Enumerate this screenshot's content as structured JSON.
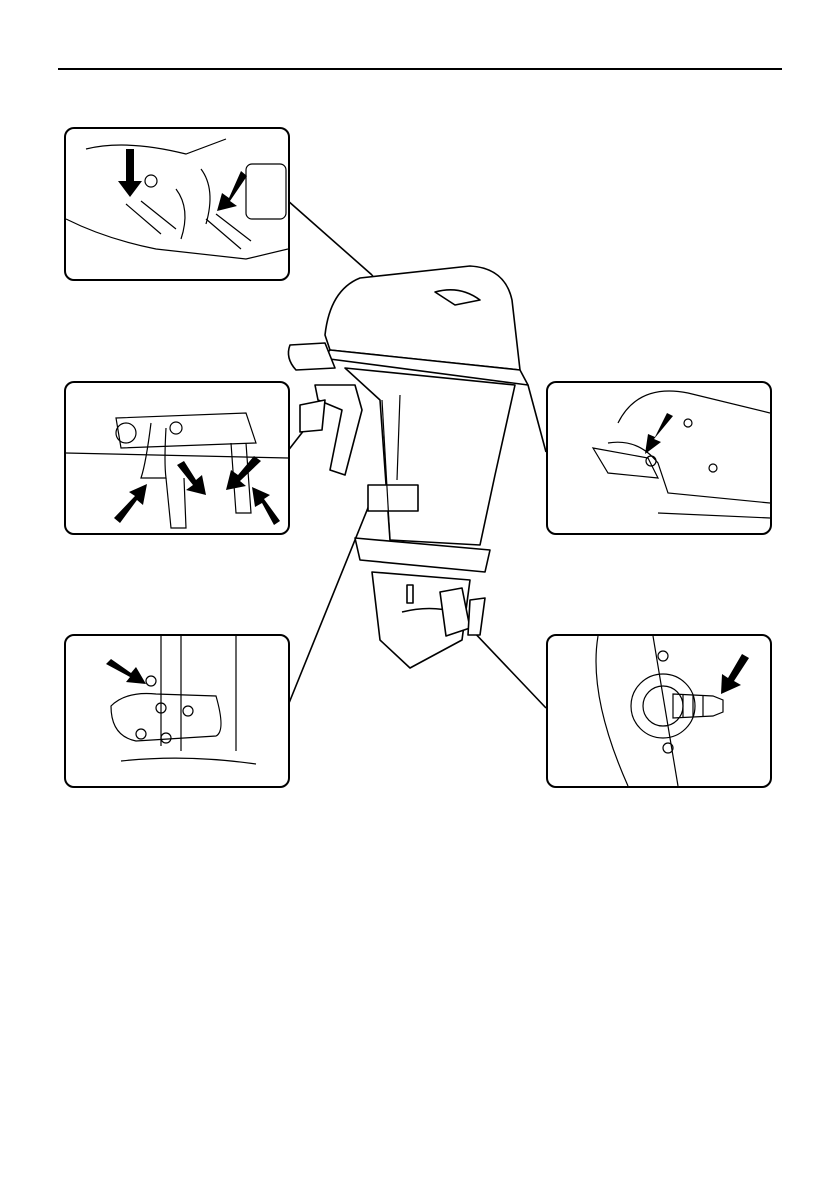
{
  "page": {
    "title": "",
    "text": []
  },
  "figure": {
    "subject": "outboard-motor-lubrication-points",
    "panels": [
      {
        "id": "top-left",
        "depicts": "under-cowling-linkages",
        "arrows": 2
      },
      {
        "id": "middle-left",
        "depicts": "steering-bracket-pivots",
        "arrows": 4
      },
      {
        "id": "bottom-left",
        "depicts": "swivel-bracket-grease-fitting",
        "arrows": 1
      },
      {
        "id": "middle-right",
        "depicts": "cowling-latch-pivot",
        "arrows": 1
      },
      {
        "id": "bottom-right",
        "depicts": "propeller-shaft-splines",
        "arrows": 1
      }
    ]
  },
  "colors": {
    "line": "#000000",
    "background": "#ffffff"
  }
}
